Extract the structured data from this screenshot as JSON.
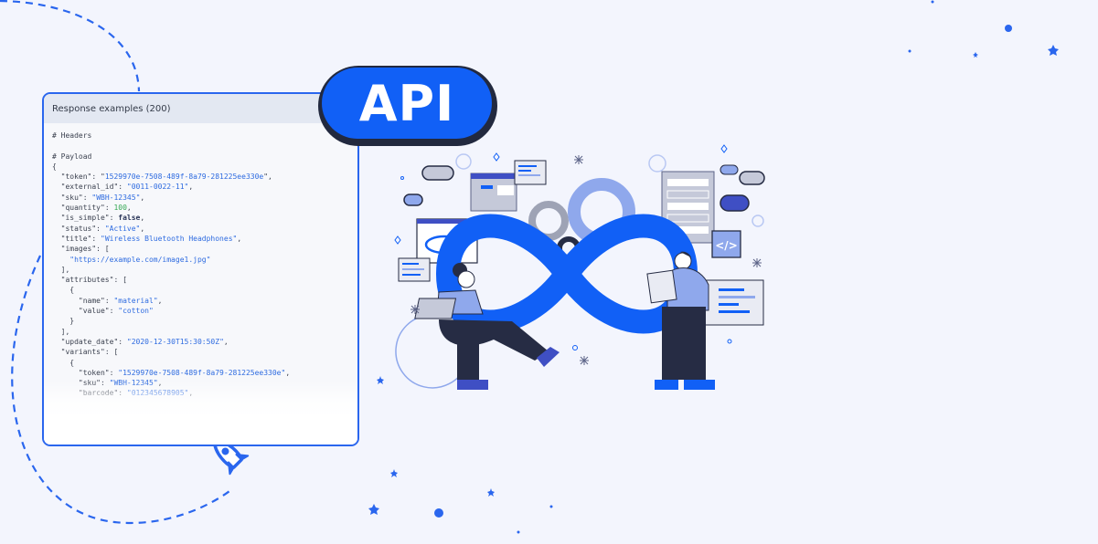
{
  "api_badge": {
    "label": "API",
    "fill": "#1160f6",
    "outline": "#22293f"
  },
  "card": {
    "title": "Response examples (200)",
    "border_color": "#2a66ee",
    "sections": {
      "headers": "# Headers",
      "payload": "# Payload"
    },
    "payload": {
      "token": "1529970e-7508-489f-8a79-281225ee330e",
      "external_id": "0011-0022-11",
      "sku": "WBH-12345",
      "quantity": "100",
      "is_simple": "false",
      "status": "Active",
      "title": "Wireless Bluetooth Headphones",
      "images": [
        "https://example.com/image1.jpg"
      ],
      "attributes": [
        {
          "name": "material",
          "value": "cotton"
        }
      ],
      "update_date": "2020-12-30T15:30:50Z",
      "variants": [
        {
          "token": "1529970e-7508-489f-8a79-281225ee330e",
          "sku": "WBH-12345",
          "barcode": "012345678905"
        }
      ]
    },
    "keys": {
      "token": "\"token\"",
      "external_id": "\"external_id\"",
      "sku": "\"sku\"",
      "quantity": "\"quantity\"",
      "is_simple": "\"is_simple\"",
      "status": "\"status\"",
      "title": "\"title\"",
      "images": "\"images\"",
      "attributes": "\"attributes\"",
      "name": "\"name\"",
      "value": "\"value\"",
      "update_date": "\"update_date\"",
      "variants": "\"variants\"",
      "barcode": "\"barcode\""
    }
  },
  "illustration": {
    "description": "Two developers around an infinity loop with gears, code windows and server panel",
    "code_icon_label": "</>"
  },
  "colors": {
    "background": "#f3f5fd",
    "accent": "#1160f6",
    "dark": "#262c44",
    "light_blue": "#8fa8ec",
    "gray": "#c5c9d9"
  }
}
